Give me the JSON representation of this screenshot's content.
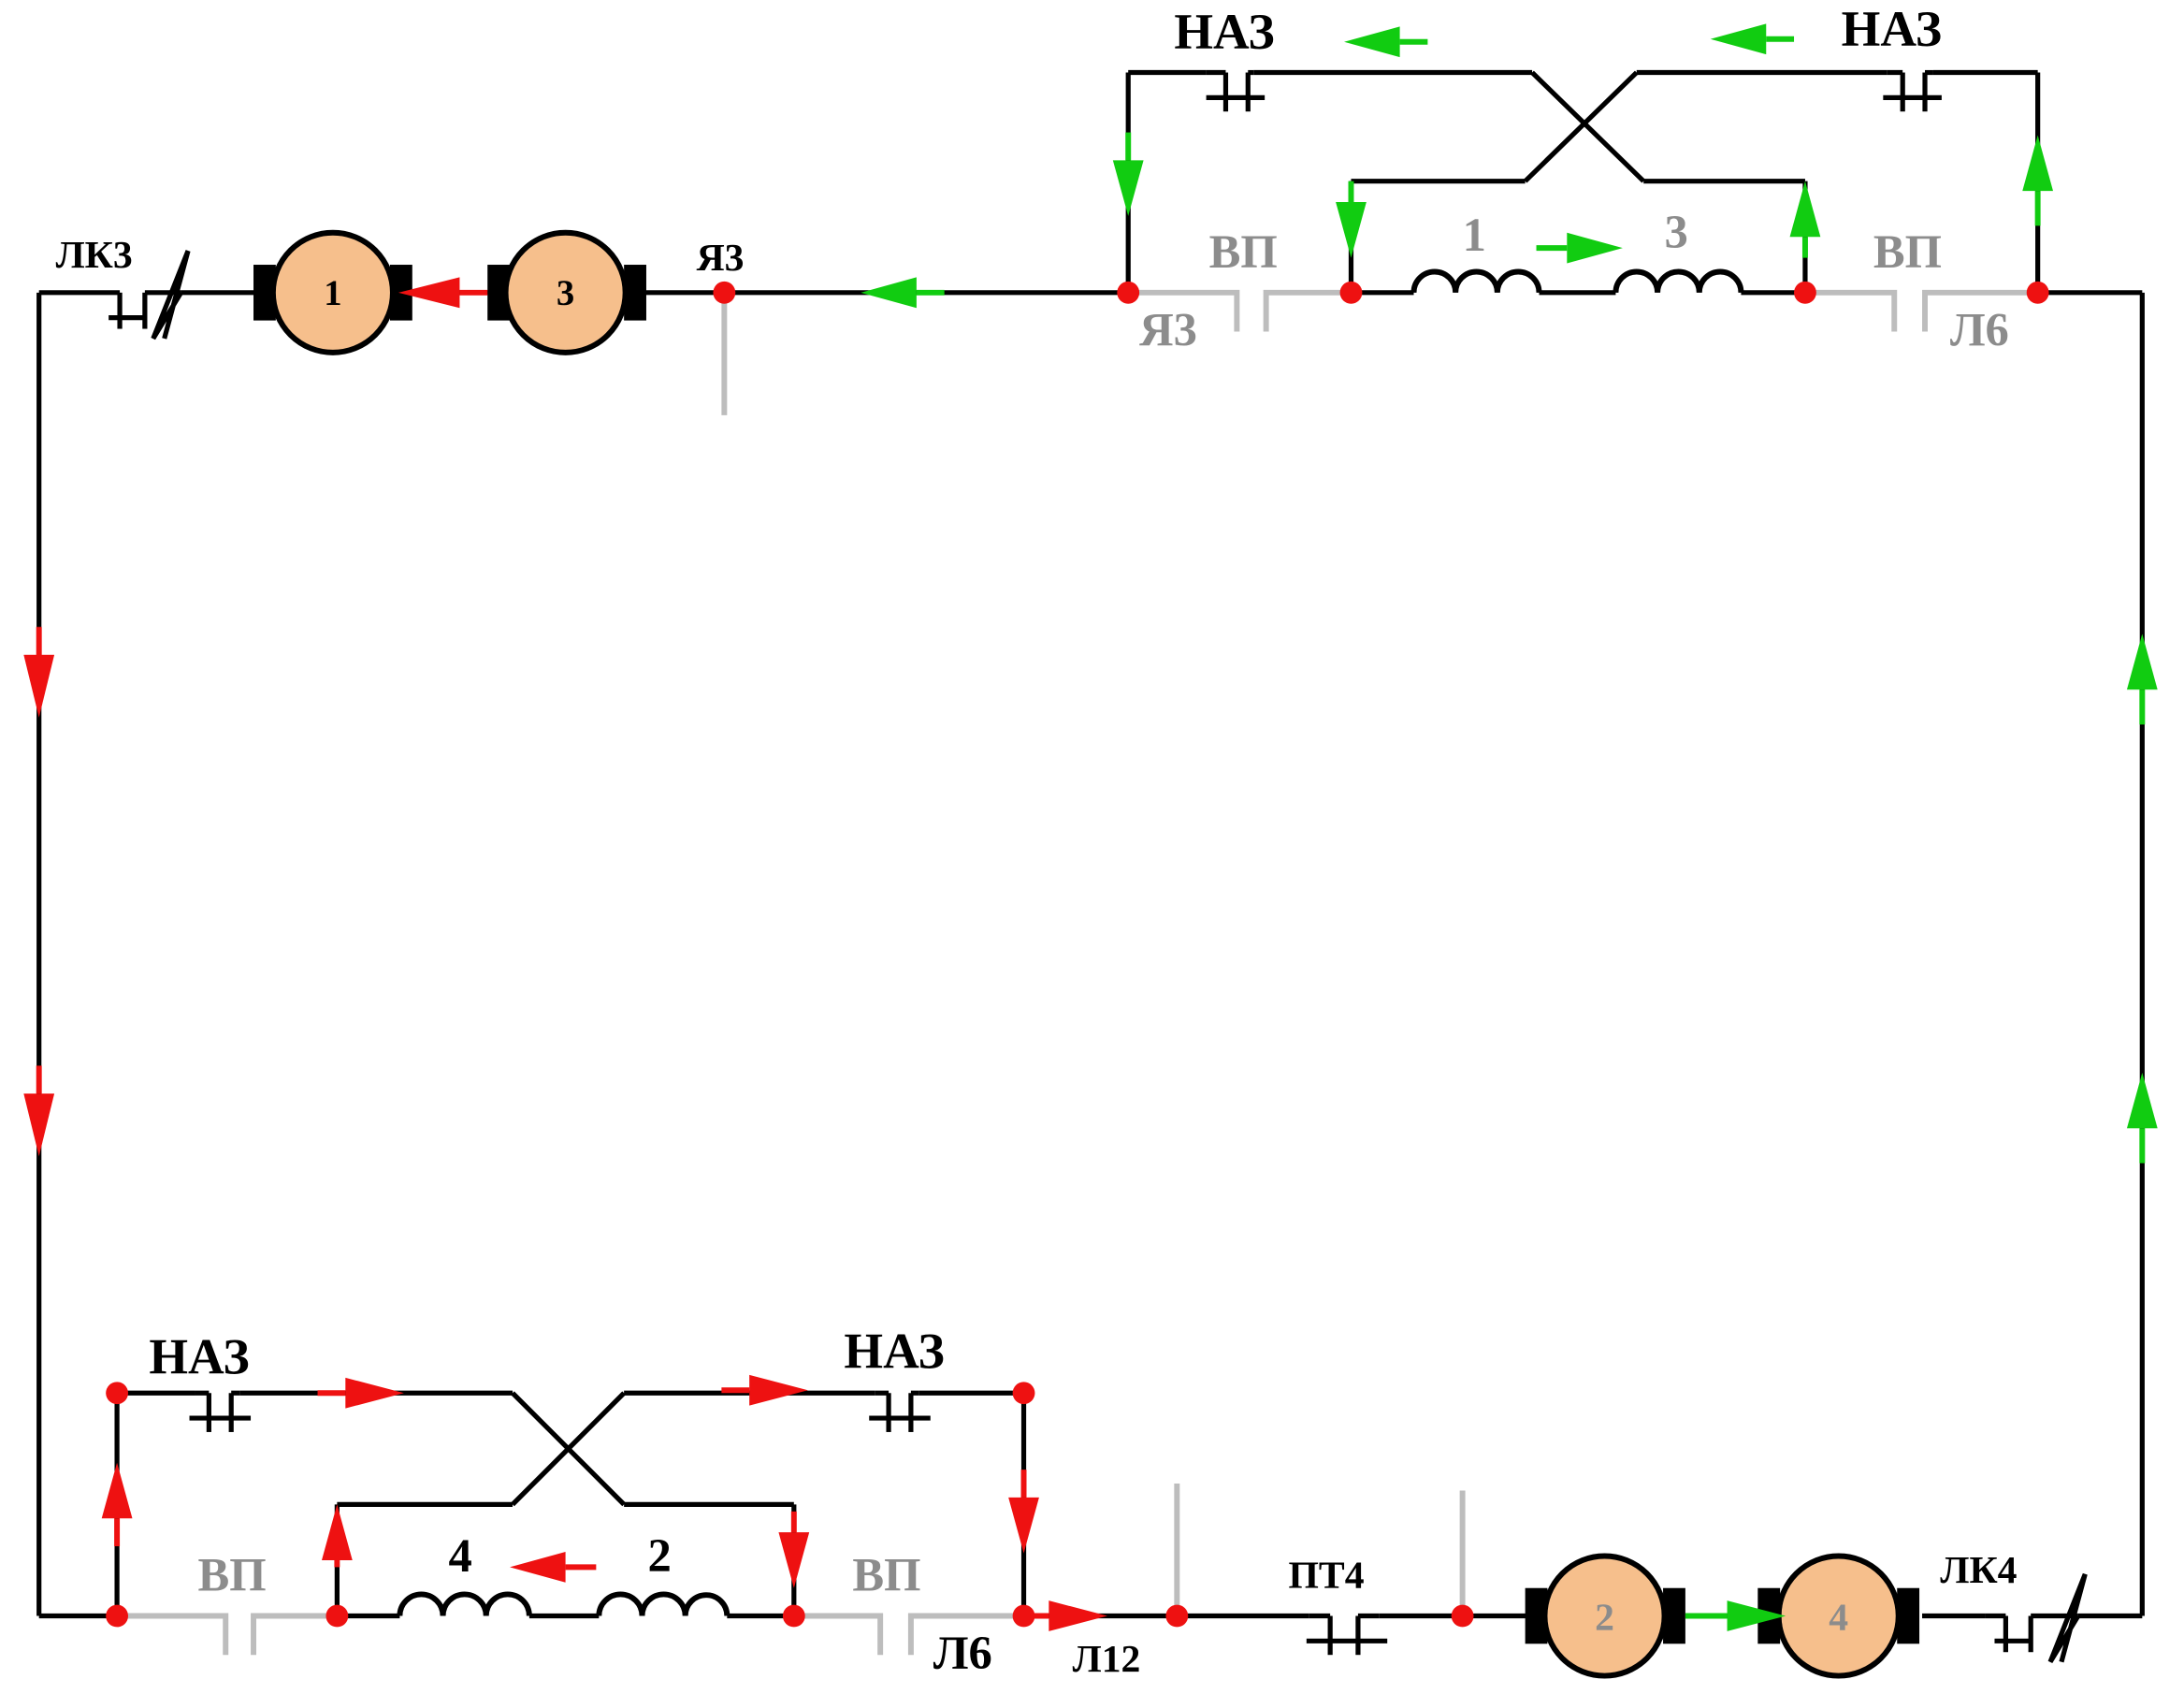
{
  "colors": {
    "wire": "#000000",
    "inactive_contact": "#bdbdbd",
    "label_gray": "#8c8c8c",
    "node": "#ee1111",
    "arrow_red": "#ee1111",
    "arrow_green": "#11cc11",
    "motor_fill": "#f6bf8c"
  },
  "labels": {
    "lk3": "ЛК3",
    "ya3_top": "Я3",
    "ya3_gray": "Я3",
    "naz_tl": "НАЗ",
    "naz_tr": "НАЗ",
    "vp_t1": "ВП",
    "vp_t2": "ВП",
    "l6_top": "Л6",
    "field_1": "1",
    "field_3": "3",
    "naz_bl": "НАЗ",
    "naz_br": "НАЗ",
    "vp_b1": "ВП",
    "vp_b2": "ВП",
    "field_4": "4",
    "field_2": "2",
    "l6_bottom": "Л6",
    "l12": "Л12",
    "pt4": "ПТ4",
    "lk4": "ЛК4"
  },
  "motors": [
    {
      "id": "1"
    },
    {
      "id": "3"
    },
    {
      "id": "2"
    },
    {
      "id": "4"
    }
  ]
}
